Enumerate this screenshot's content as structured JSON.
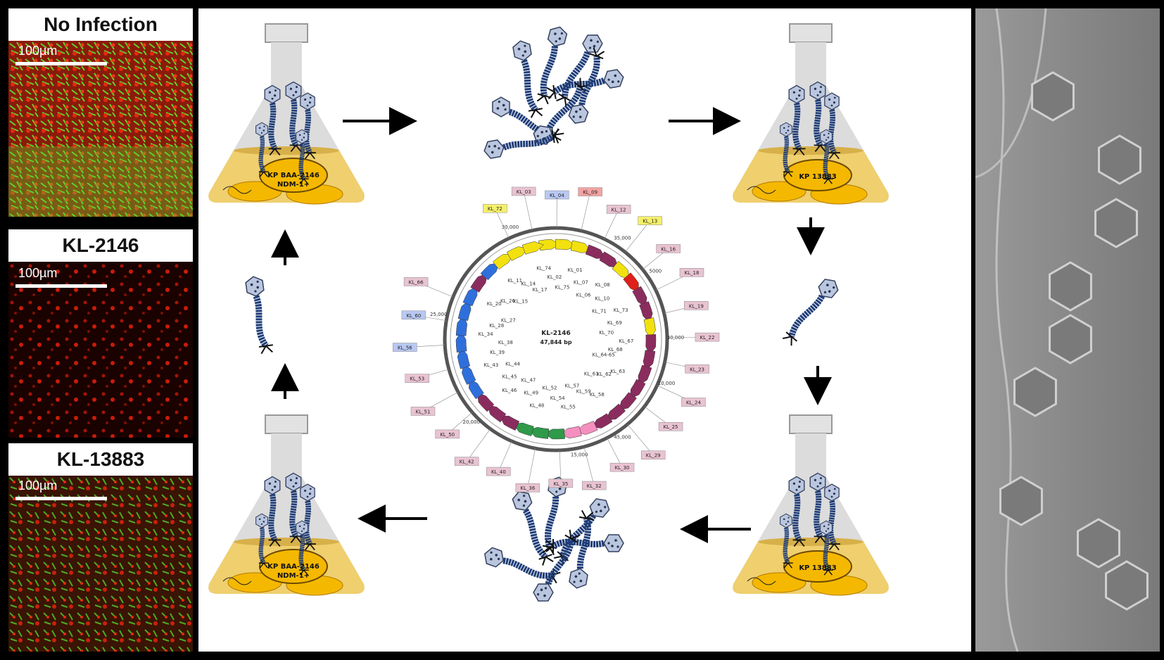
{
  "left_panels": [
    {
      "title": "No Infection",
      "scale": "100µm"
    },
    {
      "title": "KL-2146",
      "scale": "100µm"
    },
    {
      "title": "KL-13883",
      "scale": "100µm"
    }
  ],
  "flasks": {
    "top_left": {
      "line1": "KP BAA-2146",
      "line2": "NDM-1+"
    },
    "top_right": {
      "line1": "KP 13883"
    },
    "bottom_right": {
      "line1": "KP 13883"
    },
    "bottom_left": {
      "line1": "KP BAA-2146",
      "line2": "NDM-1+"
    }
  },
  "genome": {
    "name": "KL-2146",
    "size": "47,844 bp",
    "ticks": [
      "5000",
      "10,000",
      "15,000",
      "20,000",
      "25,000",
      "30,000",
      "35,000",
      "40,000",
      "45,000"
    ],
    "inner_labels": [
      "KL_74",
      "KL_02",
      "KL_75",
      "KL_01",
      "KL_07",
      "KL_06",
      "KL_08",
      "KL_10",
      "KL_71",
      "KL_73",
      "KL_69",
      "KL_70",
      "KL_67",
      "KL_68",
      "KL_64-65",
      "KL_63",
      "KL_62",
      "KL_61",
      "KL_58",
      "KL_59",
      "KL_57",
      "KL_55",
      "KL_54",
      "KL_52",
      "KL_48",
      "KL_49",
      "KL_47",
      "KL_46",
      "KL_45",
      "KL_44",
      "KL_43",
      "KL_39",
      "KL_38",
      "KL_34",
      "KL_28",
      "KL_27",
      "KL_20",
      "KL_26",
      "KL_15",
      "KL_11",
      "KL_14",
      "KL_17"
    ],
    "callouts": [
      {
        "text": "KL_72",
        "color": "#f5f06a"
      },
      {
        "text": "KL_03",
        "color": "#e9c3d2"
      },
      {
        "text": "KL_04",
        "color": "#b9c8f2"
      },
      {
        "text": "KL_09",
        "color": "#f3a3a3"
      },
      {
        "text": "KL_12",
        "color": "#e9c3d2"
      },
      {
        "text": "KL_13",
        "color": "#f5f06a"
      },
      {
        "text": "KL_16",
        "color": "#e9c3d2"
      },
      {
        "text": "KL_18",
        "color": "#e9c3d2"
      },
      {
        "text": "KL_19",
        "color": "#e9c3d2"
      },
      {
        "text": "KL_22",
        "color": "#e9c3d2"
      },
      {
        "text": "KL_23",
        "color": "#e9c3d2"
      },
      {
        "text": "KL_24",
        "color": "#e9c3d2"
      },
      {
        "text": "KL_25",
        "color": "#e9c3d2"
      },
      {
        "text": "KL_29",
        "color": "#e9c3d2"
      },
      {
        "text": "KL_30",
        "color": "#e9c3d2"
      },
      {
        "text": "KL_32",
        "color": "#e9c3d2"
      },
      {
        "text": "KL_35",
        "color": "#e9c3d2"
      },
      {
        "text": "KL_36",
        "color": "#e9c3d2"
      },
      {
        "text": "KL_40",
        "color": "#e9c3d2"
      },
      {
        "text": "KL_42",
        "color": "#e9c3d2"
      },
      {
        "text": "KL_50",
        "color": "#e9c3d2"
      },
      {
        "text": "KL_51",
        "color": "#e9c3d2"
      },
      {
        "text": "KL_53",
        "color": "#e9c3d2"
      },
      {
        "text": "KL_56",
        "color": "#b9c8f2"
      },
      {
        "text": "KL_60",
        "color": "#b9c8f2"
      },
      {
        "text": "KL_66",
        "color": "#e9c3d2"
      }
    ]
  },
  "colors": {
    "phage_tail": "#1f3d78",
    "phage_head": "#b9c6de",
    "flask_glass": "#dedede",
    "medium": "#f0d27a",
    "bacteria": "#f5b800",
    "gene_yellow": "#f2e10f",
    "gene_purple": "#8b2c5e",
    "gene_blue": "#2f6fdc",
    "gene_green": "#2f9a4a",
    "gene_pink": "#f58fbf",
    "gene_red": "#e0201a"
  }
}
